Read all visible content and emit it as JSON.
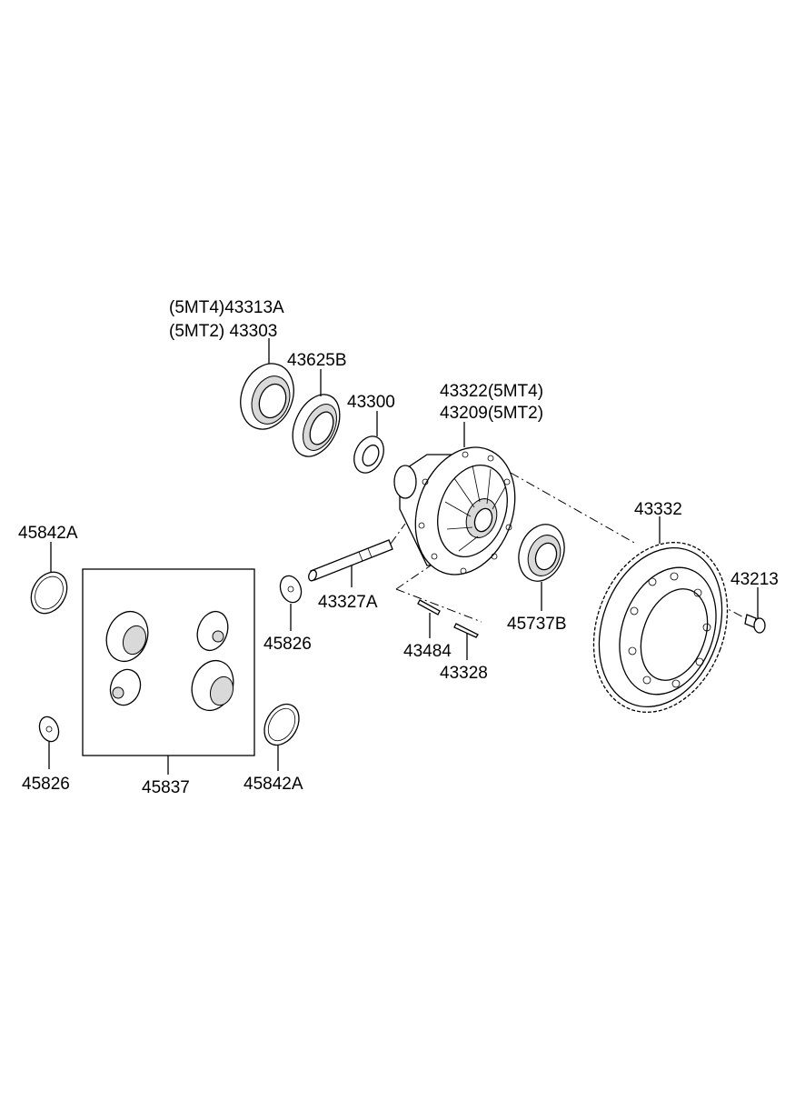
{
  "labels": {
    "bearing_line1": "(5MT4)43313A",
    "bearing_line2": "(5MT2) 43303",
    "bearing_race": "43625B",
    "seal": "43300",
    "case_line1": "43322(5MT4)",
    "case_line2": "43209(5MT2)",
    "ring_gear": "43332",
    "bolt": "43213",
    "shaft": "43327A",
    "washer_small_center": "45826",
    "pin": "43484",
    "pin2": "43328",
    "bearing_right": "45737B",
    "washer_left_top": "45842A",
    "washer_left_bottom": "45826",
    "gear_set": "45837",
    "washer_right_bottom": "45842A"
  }
}
